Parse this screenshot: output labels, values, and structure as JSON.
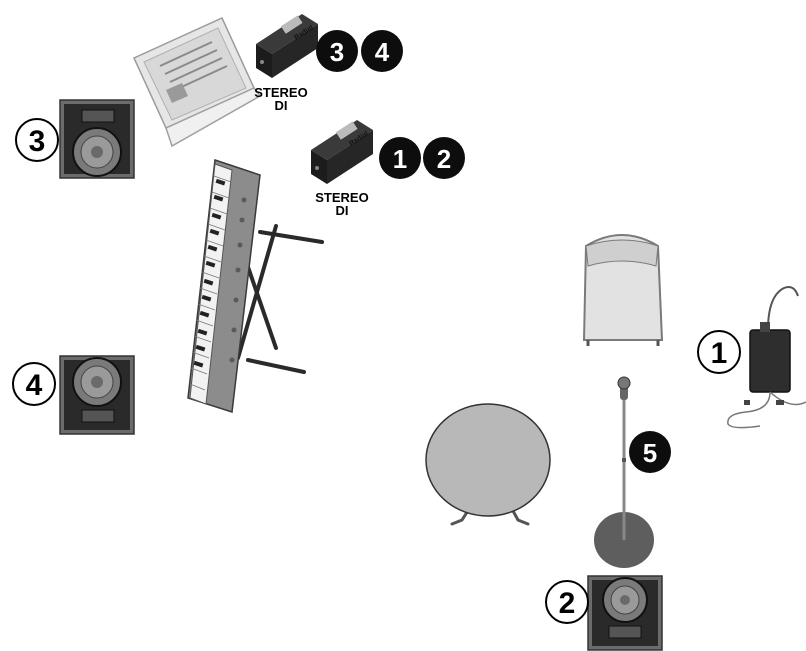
{
  "stage_plot": {
    "di_boxes": [
      {
        "label_line1": "STEREO",
        "label_line2": "DI",
        "channels": [
          "3",
          "4"
        ]
      },
      {
        "label_line1": "STEREO",
        "label_line2": "DI",
        "channels": [
          "1",
          "2"
        ]
      }
    ],
    "monitors": [
      {
        "number": "3"
      },
      {
        "number": "4"
      },
      {
        "number": "2"
      }
    ],
    "wireless_pack": {
      "number": "1"
    },
    "mic_stand": {
      "channel": "5"
    }
  }
}
